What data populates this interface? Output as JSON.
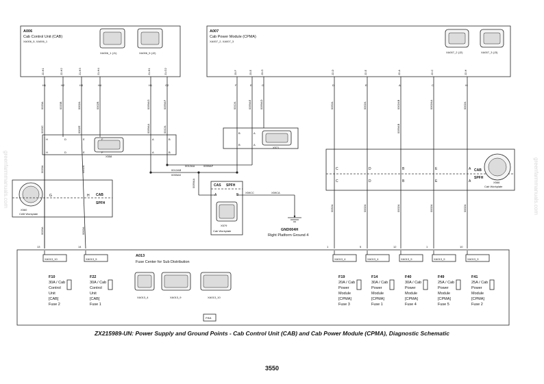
{
  "caption": "ZX215989-UN: Power Supply and Ground Points - Cab Control Unit (CAB) and Cab Power Module (CPMA), Diagnostic Schematic",
  "page_number": "3550",
  "watermark": "greenfarmmanuals.com",
  "modules": {
    "cab": {
      "id": "A006",
      "name": "Cab Control Unit (CAB)",
      "connectors": "XA006_5, XA006_1",
      "conn1": "XA006_1 (J1)",
      "conn2": "XA006_5 (J2)"
    },
    "cpma": {
      "id": "A007",
      "name": "Cab Power Module (CPMA)",
      "connectors": "XA007_2, XA007_3",
      "conn1": "XA007_2 (J2)",
      "conn2": "XA007_3 (J3)"
    }
  },
  "cab_pins": [
    {
      "label": "J2-H1",
      "pin": "H1"
    },
    {
      "label": "J2-H2",
      "pin": "H2"
    },
    {
      "label": "J1-H3",
      "pin": "H3"
    },
    {
      "label": "J1-H4",
      "pin": "H4"
    },
    {
      "label": "J1-H1",
      "pin": "H1"
    },
    {
      "label": "J1-G2",
      "pin": "G2"
    }
  ],
  "cpma_pins": [
    {
      "label": "J3-F",
      "pin": "F"
    },
    {
      "label": "J3-E",
      "pin": "E"
    },
    {
      "label": "J3-G",
      "pin": "G"
    },
    {
      "label": "J2-D",
      "pin": "D"
    },
    {
      "label": "J2-E",
      "pin": "E"
    },
    {
      "label": "J2-A",
      "pin": "A"
    },
    {
      "label": "J2-C",
      "pin": "C"
    },
    {
      "label": "J2-H",
      "pin": "H"
    }
  ],
  "wires": {
    "cab_top": [
      "0020A",
      "0020B",
      "0002A",
      "0002B",
      "0059AG",
      "0059AF"
    ],
    "cab_bottom": [
      "0020C",
      "0002E",
      "0059AA",
      "0012A"
    ],
    "cab_lower": [
      "0020A",
      "0002A"
    ],
    "cpma_top": [
      "0012A",
      "0059AE",
      "0059AD",
      "0052A",
      "0002A",
      "0002AB",
      "0002AA",
      "0002A"
    ],
    "cpma_mid": [
      "0059AB"
    ],
    "cpma_lower": [
      "0052A",
      "0002A",
      "0002A",
      "0002A",
      "0002A"
    ],
    "junction_1": "0012AB",
    "junction_2": "0012AA",
    "junction_3": "0059AK",
    "junction_4": "0059AF",
    "to_cab_ws": "0059AA",
    "x579_gnd": "X59CC",
    "to_gnd": "X59CA"
  },
  "x558": {
    "name": "X558",
    "pins": [
      "H",
      "D",
      "E",
      "F",
      "A",
      "B"
    ]
  },
  "x571": {
    "name": "X571",
    "pins": [
      "B",
      "A"
    ]
  },
  "x560": {
    "name": "X560",
    "label": "CAB Workplate",
    "pin_left": "G",
    "pin_right": "H",
    "tag1": "CAB",
    "tag2": "SPFH"
  },
  "x579": {
    "name": "X579",
    "label": "Cab Workplate",
    "tag1": "CAS",
    "tag2": "SPFH",
    "pin_a": "A",
    "pin_b": "B"
  },
  "x566": {
    "name": "X566",
    "label": "Cab Workplate",
    "tag1": "CAB",
    "tag2": "SPFH",
    "pins": [
      "C",
      "D",
      "B",
      "E",
      "A"
    ]
  },
  "ground": {
    "name": "GND004H",
    "label": "Right Platform Ground 4"
  },
  "fuse_center": {
    "id": "A013",
    "name": "Fuse Center for Sub Distribution",
    "pin_tag": "PIN1",
    "connectors": [
      "XA013_4",
      "XA013_9",
      "XA013_10"
    ]
  },
  "fuses": [
    {
      "pin": "13",
      "conn": "XA013_10",
      "id": "F10",
      "rating": "30A / Cab",
      "lines": [
        "Control",
        "Unit",
        "[CAB]",
        "Fuse 2"
      ]
    },
    {
      "pin": "14",
      "conn": "XA013_5",
      "id": "F22",
      "rating": "30A / Cab",
      "lines": [
        "Control",
        "Unit",
        "[CAB]",
        "Fuse 1"
      ]
    },
    {
      "pin": "1",
      "conn": "XA013_4",
      "id": "F19",
      "rating": "20A / Cab",
      "lines": [
        "Power",
        "Module",
        "[CPMA]",
        "Fuse 3"
      ]
    },
    {
      "pin": "5",
      "conn": "XA013_4",
      "id": "F14",
      "rating": "30A / Cab",
      "lines": [
        "Power",
        "Module",
        "[CPMA]",
        "Fuse 1"
      ]
    },
    {
      "pin": "12",
      "conn": "XA013_9",
      "id": "F40",
      "rating": "30A / Cab",
      "lines": [
        "Power",
        "Module",
        "[CPMA]",
        "Fuse 4"
      ]
    },
    {
      "pin": "1",
      "conn": "XA013_9",
      "id": "F49",
      "rating": "25A / Cab",
      "lines": [
        "Power",
        "Module",
        "[CPMA]",
        "Fuse 5"
      ]
    },
    {
      "pin": "10",
      "conn": "XA013_9",
      "id": "F41",
      "rating": "25A / Cab",
      "lines": [
        "Power",
        "Module",
        "[CPMA]",
        "Fuse 2"
      ]
    }
  ]
}
